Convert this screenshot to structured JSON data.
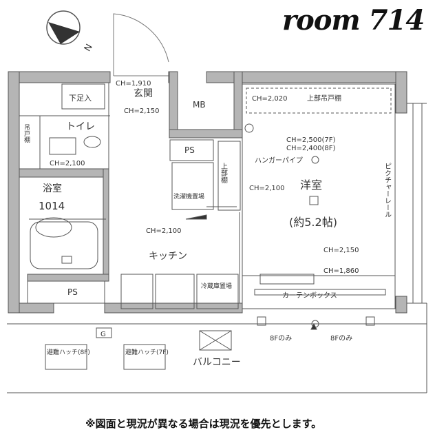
{
  "title": "room 714",
  "north_label": "N",
  "rooms": {
    "genkan": "玄関",
    "shitagoeri": "下足入",
    "toilet": "トイレ",
    "toda": "吊戸棚",
    "bath": "浴室",
    "bath_size": "1014",
    "kitchen": "キッチン",
    "western": "洋室",
    "western_size": "(約5.2帖)",
    "mb": "MB",
    "ps_top": "PS",
    "ps_bottom": "PS",
    "jobudana": "上部棚",
    "laundry": "洗濯機置場",
    "fridge": "冷蔵庫置場",
    "hanger": "ハンガーパイプ",
    "upper_cabinet": "上部吊戸棚",
    "picture_rail": "ピクチャーレール",
    "curtain_box": "カーテンボックス",
    "balcony": "バルコニー",
    "hatch_8f": "避難ハッチ(8F)",
    "hatch_7f": "避難ハッチ(7F)",
    "g_label": "G",
    "eightf_left": "8Fのみ",
    "eightf_right": "8Fのみ"
  },
  "ceiling_heights": {
    "genkan_top": "CH=1,910",
    "genkan_mid": "CH=2,150",
    "toilet": "CH=2,100",
    "kitchen": "CH=2,100",
    "western_closet": "CH=2,020",
    "western_7f": "CH=2,500(7F)",
    "western_8f": "CH=2,400(8F)",
    "western_side": "CH=2,100",
    "western_right": "CH=2,150",
    "western_bottom": "CH=1,860"
  },
  "footnote": "※図面と現況が異なる場合は現況を優先とします。",
  "colors": {
    "wall": "#b5b5b5",
    "line": "#555555",
    "text": "#333333"
  }
}
